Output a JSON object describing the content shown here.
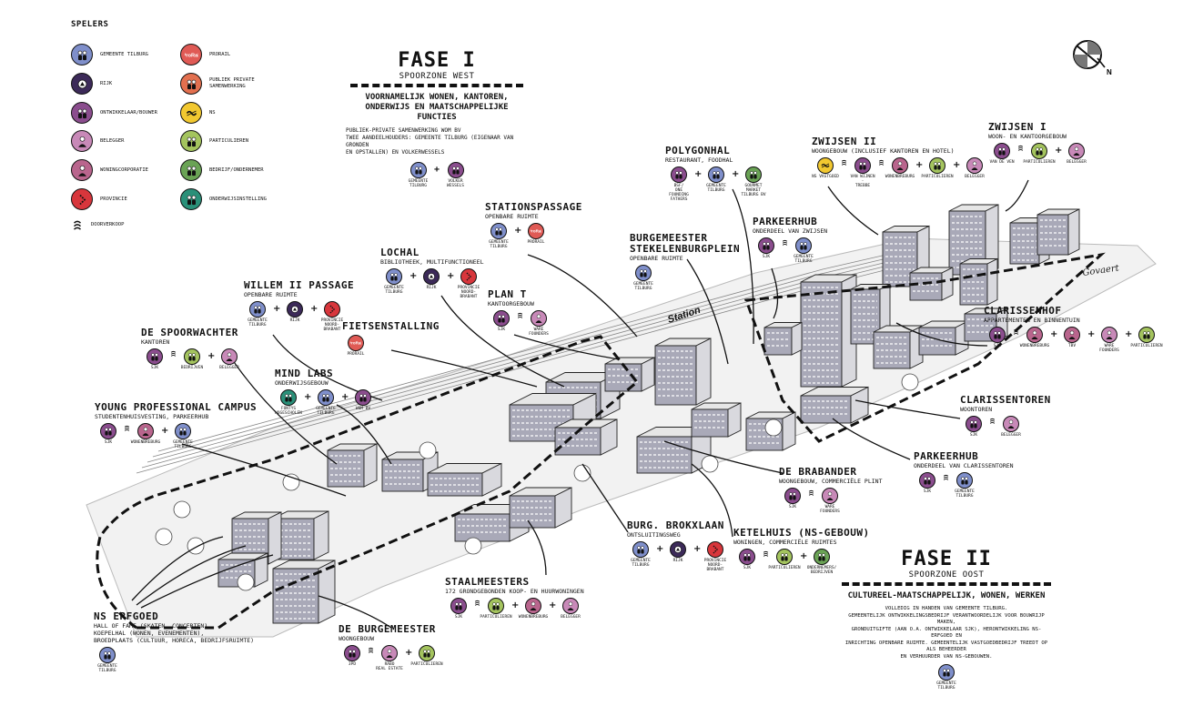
{
  "colors": {
    "gemeente": "#7f8fcb",
    "rijk": "#3c2a59",
    "ontwikkelaar": "#8b4d8e",
    "belegger": "#c889b8",
    "woningcorporatie": "#b9658d",
    "provincie": "#d8363c",
    "prorail": "#e05a55",
    "pps": "#e3704f",
    "ns": "#f2c830",
    "particulieren": "#a4c45e",
    "bedrijf": "#6aa355",
    "onderwijs": "#2a9079"
  },
  "legend": {
    "title": "SPELERS",
    "items": [
      {
        "key": "gemeente",
        "icon": "people-icon",
        "label": "Gemeente Tilburg"
      },
      {
        "key": "rijk",
        "icon": "building-icon",
        "label": "Rijk"
      },
      {
        "key": "ontwikkelaar",
        "icon": "people-icon",
        "label": "Ontwikkelaar/bouwer"
      },
      {
        "key": "belegger",
        "icon": "person-icon",
        "label": "Belegger"
      },
      {
        "key": "woningcorporatie",
        "icon": "person-icon",
        "label": "Woningcorporatie"
      },
      {
        "key": "provincie",
        "icon": "province-icon",
        "label": "Provincie"
      },
      {
        "key": "link",
        "icon": "link-icon",
        "label": "Doorverkoop"
      },
      {
        "key": "prorail",
        "icon": "prorail-logo-icon",
        "label": "ProRail"
      },
      {
        "key": "pps",
        "icon": "people-icon",
        "label": "Publiek private samenwerking"
      },
      {
        "key": "ns",
        "icon": "ns-logo-icon",
        "label": "NS"
      },
      {
        "key": "particulieren",
        "icon": "people-icon",
        "label": "Particulieren"
      },
      {
        "key": "bedrijf",
        "icon": "people-icon",
        "label": "Bedrijf/ondernemer"
      },
      {
        "key": "onderwijs",
        "icon": "people-icon",
        "label": "Onderwijsinstelling"
      }
    ]
  },
  "fase1": {
    "title": "FASE I",
    "zone": "Spoorzone West",
    "purpose": "Voornamelijk wonen, kantoren,\nonderwijs en maatschappelijke functies",
    "desc": "Publiek-private samenwerking WOM BV\nTwee aandeelhouders: Gemeente Tilburg (eigenaar van gronden\nen opstallen) en Volkerwessels",
    "players": [
      {
        "key": "gemeente",
        "label": "Gemeente\nTilburg"
      },
      {
        "sep": "+"
      },
      {
        "key": "ontwikkelaar",
        "label": "Volker\nWessels"
      }
    ]
  },
  "fase2": {
    "title": "FASE II",
    "zone": "Spoorzone Oost",
    "purpose": "Cultureel-maatschappelijk, wonen, werken",
    "desc": "Volledig in handen van Gemeente Tilburg.\nGemeentelijk ontwikkelingsbedrijf verantwoordelijk voor bouwrijp maken,\ngronduitgifte (aan o.a. ontwikkelaar SJK), herontwikkeling NS-erfgoed en\ninrichting openbare ruimte. Gemeentelijk vastgoedbedrijf treedt op als beheerder\nen verhuurder van NS-gebouwen.",
    "players": [
      {
        "key": "gemeente",
        "label": "Gemeente\nTilburg"
      }
    ]
  },
  "compass_label": "N",
  "signature": "Govaert",
  "station_label": "Station",
  "projects": [
    {
      "id": "zwijsen-1",
      "title": "Zwijsen I",
      "subtitle": "Woon- en kantoorgebouw",
      "players": [
        {
          "key": "ontwikkelaar",
          "label": "Van de Ven"
        },
        {
          "sep": "link"
        },
        {
          "key": "particulieren",
          "label": "Particulieren"
        },
        {
          "sep": "+"
        },
        {
          "key": "belegger",
          "label": "Belegger"
        }
      ]
    },
    {
      "id": "zwijsen-2",
      "title": "Zwijsen II",
      "subtitle": "Woongebouw (inclusief kantoren en hotel)",
      "players": [
        {
          "key": "ns",
          "label": "NS vastgoed"
        },
        {
          "sep": "link"
        },
        {
          "key": "ontwikkelaar",
          "label": "Van Wijnen -\nTrebbe"
        },
        {
          "sep": "link"
        },
        {
          "key": "woningcorporatie",
          "label": "Wonenbreburg"
        },
        {
          "sep": "+"
        },
        {
          "key": "particulieren",
          "label": "Particulieren"
        },
        {
          "sep": "+"
        },
        {
          "key": "belegger",
          "label": "Belegger"
        }
      ]
    },
    {
      "id": "polygonhal",
      "title": "Polygonhal",
      "subtitle": "Restaurant, foodhal",
      "players": [
        {
          "key": "ontwikkelaar",
          "label": "BSF/\nOne Founding Fathers"
        },
        {
          "sep": "+"
        },
        {
          "key": "gemeente",
          "label": "Gemeente\nTilburg"
        },
        {
          "sep": "+"
        },
        {
          "key": "bedrijf",
          "label": "Gourmet Market\nTilburg BV"
        }
      ]
    },
    {
      "id": "stationspassage",
      "title": "Stationspassage",
      "subtitle": "Openbare ruimte",
      "players": [
        {
          "key": "gemeente",
          "label": "Gemeente\nTilburg"
        },
        {
          "sep": "+"
        },
        {
          "key": "prorail",
          "label": "ProRail"
        }
      ]
    },
    {
      "id": "parkeerhub-1",
      "title": "Parkeerhub",
      "subtitle": "Onderdeel van Zwijsen",
      "players": [
        {
          "key": "ontwikkelaar",
          "label": "SJK"
        },
        {
          "sep": "link"
        },
        {
          "key": "gemeente",
          "label": "Gemeente\nTilburg"
        }
      ]
    },
    {
      "id": "stekelenburgplein",
      "title": "Burgemeester\nStekelenburgplein",
      "subtitle": "Openbare ruimte",
      "players": [
        {
          "key": "gemeente",
          "label": "Gemeente\nTilburg"
        }
      ]
    },
    {
      "id": "lochal",
      "title": "LocHal",
      "subtitle": "Bibliotheek, multifunctioneel",
      "players": [
        {
          "key": "gemeente",
          "label": "Gemeente\nTilburg"
        },
        {
          "sep": "+"
        },
        {
          "key": "rijk",
          "label": "Rijk"
        },
        {
          "sep": "+"
        },
        {
          "key": "provincie",
          "label": "Provincie\nNoord-Brabant"
        }
      ]
    },
    {
      "id": "plan-t",
      "title": "Plan T",
      "subtitle": "Kantoorgebouw",
      "players": [
        {
          "key": "ontwikkelaar",
          "label": "SJK"
        },
        {
          "sep": "link"
        },
        {
          "key": "belegger",
          "label": "Ware\nFounders"
        }
      ]
    },
    {
      "id": "willem-2",
      "title": "Willem II passage",
      "subtitle": "Openbare ruimte",
      "players": [
        {
          "key": "gemeente",
          "label": "Gemeente\nTilburg"
        },
        {
          "sep": "+"
        },
        {
          "key": "rijk",
          "label": "Rijk"
        },
        {
          "sep": "+"
        },
        {
          "key": "provincie",
          "label": "Provincie\nNoord-Brabant"
        }
      ]
    },
    {
      "id": "fietsenstalling",
      "title": "Fietsenstalling",
      "subtitle": "",
      "players": [
        {
          "key": "prorail",
          "label": "ProRail"
        }
      ]
    },
    {
      "id": "spoorwachter",
      "title": "De Spoorwachter",
      "subtitle": "Kantoren",
      "players": [
        {
          "key": "ontwikkelaar",
          "label": "SJK"
        },
        {
          "sep": "link"
        },
        {
          "key": "particulieren",
          "label": "Bedrijven"
        },
        {
          "sep": "+"
        },
        {
          "key": "belegger",
          "label": "Belegger"
        }
      ]
    },
    {
      "id": "mindlabs",
      "title": "Mind Labs",
      "subtitle": "Onderwijsgebouw",
      "players": [
        {
          "key": "onderwijs",
          "label": "Fontys\nHogescholen"
        },
        {
          "sep": "+"
        },
        {
          "key": "gemeente",
          "label": "Gemeente\nTilburg"
        },
        {
          "sep": "+"
        },
        {
          "key": "ontwikkelaar",
          "label": "WOM BV"
        }
      ]
    },
    {
      "id": "ypc",
      "title": "Young Professional Campus",
      "subtitle": "Studentenhuisvesting, parkeerhub",
      "players": [
        {
          "key": "ontwikkelaar",
          "label": "SJK"
        },
        {
          "sep": "link"
        },
        {
          "key": "woningcorporatie",
          "label": "Wonenbreburg"
        },
        {
          "sep": "+"
        },
        {
          "key": "gemeente",
          "label": "Gemeente\nTilburg"
        }
      ]
    },
    {
      "id": "clarissenhof",
      "title": "Clarissenhof",
      "subtitle": "Appartementen en binnentuin",
      "players": [
        {
          "key": "ontwikkelaar",
          "label": "SJK"
        },
        {
          "sep": "link"
        },
        {
          "key": "woningcorporatie",
          "label": "Wonenbreburg"
        },
        {
          "sep": "+"
        },
        {
          "key": "woningcorporatie",
          "label": "TBV"
        },
        {
          "sep": "+"
        },
        {
          "key": "belegger",
          "label": "Ware\nFounders"
        },
        {
          "sep": "+"
        },
        {
          "key": "particulieren",
          "label": "Particulieren"
        }
      ]
    },
    {
      "id": "clarissentoren",
      "title": "Clarissentoren",
      "subtitle": "Woontoren",
      "players": [
        {
          "key": "ontwikkelaar",
          "label": "SJK"
        },
        {
          "sep": "link"
        },
        {
          "key": "belegger",
          "label": "Belegger"
        }
      ]
    },
    {
      "id": "parkeerhub-2",
      "title": "Parkeerhub",
      "subtitle": "Onderdeel van Clarissentoren",
      "players": [
        {
          "key": "ontwikkelaar",
          "label": "SJK"
        },
        {
          "sep": "link"
        },
        {
          "key": "gemeente",
          "label": "Gemeente\nTilburg"
        }
      ]
    },
    {
      "id": "brabander",
      "title": "De Brabander",
      "subtitle": "Woongebouw, commerciële plint",
      "players": [
        {
          "key": "ontwikkelaar",
          "label": "SJK"
        },
        {
          "sep": "link"
        },
        {
          "key": "belegger",
          "label": "Ware Founders"
        }
      ]
    },
    {
      "id": "brokxlaan",
      "title": "Burg. Brokxlaan",
      "subtitle": "Ontsluitingsweg",
      "players": [
        {
          "key": "gemeente",
          "label": "Gemeente\nTilburg"
        },
        {
          "sep": "+"
        },
        {
          "key": "rijk",
          "label": "Rijk"
        },
        {
          "sep": "+"
        },
        {
          "key": "provincie",
          "label": "Provincie\nNoord-Brabant"
        }
      ]
    },
    {
      "id": "ketelhuis",
      "title": "Ketelhuis (NS-gebouw)",
      "subtitle": "Woningen, commerciële ruimtes",
      "players": [
        {
          "key": "ontwikkelaar",
          "label": "SJK"
        },
        {
          "sep": "link"
        },
        {
          "key": "particulieren",
          "label": "Particulieren"
        },
        {
          "sep": "+"
        },
        {
          "key": "bedrijf",
          "label": "Ondernemers/\nBedrijven"
        }
      ]
    },
    {
      "id": "staalmeesters",
      "title": "Staalmeesters",
      "subtitle": "172 grondgebonden koop- en huurwoningen",
      "players": [
        {
          "key": "ontwikkelaar",
          "label": "SJK"
        },
        {
          "sep": "link"
        },
        {
          "key": "particulieren",
          "label": "Particulieren"
        },
        {
          "sep": "+"
        },
        {
          "key": "woningcorporatie",
          "label": "Wonenbreburg"
        },
        {
          "sep": "+"
        },
        {
          "key": "belegger",
          "label": "Belegger"
        }
      ]
    },
    {
      "id": "burgemeester",
      "title": "De Burgemeester",
      "subtitle": "Woongebouw",
      "players": [
        {
          "key": "ontwikkelaar",
          "label": "3PD"
        },
        {
          "sep": "link"
        },
        {
          "key": "belegger",
          "label": "Rabo\nReal Estate"
        },
        {
          "sep": "+"
        },
        {
          "key": "particulieren",
          "label": "Particulieren"
        }
      ]
    },
    {
      "id": "ns-erfgoed",
      "title": "NS Erfgoed",
      "subtitle": "Hall of Fame (skaten, concerten),\nKoepelhal (wonen, evenementen),\nBroedplaats (cultuur, horeca, bedrijfsruimte)",
      "players": [
        {
          "key": "gemeente",
          "label": "Gemeente\nTilburg"
        }
      ]
    }
  ]
}
